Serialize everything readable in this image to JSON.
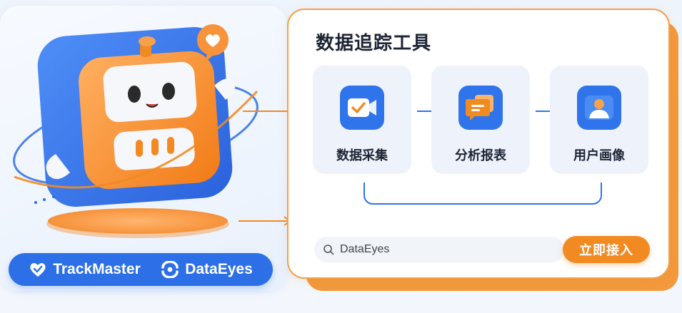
{
  "hero": {
    "brands": [
      {
        "name": "TrackMaster",
        "icon": "heart-shield-icon"
      },
      {
        "name": "DataEyes",
        "icon": "eye-loop-icon"
      }
    ]
  },
  "card": {
    "title": "数据追踪工具",
    "features": [
      {
        "label": "数据采集",
        "icon": "checkmark-camera-icon"
      },
      {
        "label": "分析报表",
        "icon": "chat-report-icon"
      },
      {
        "label": "用户画像",
        "icon": "user-profile-icon"
      }
    ],
    "search": {
      "value": "",
      "placeholder": "DataEyes"
    },
    "cta_label": "立即接入"
  },
  "colors": {
    "accent_orange": "#f28a22",
    "brand_blue": "#2c6fe6",
    "card_border": "#f5a04a"
  }
}
